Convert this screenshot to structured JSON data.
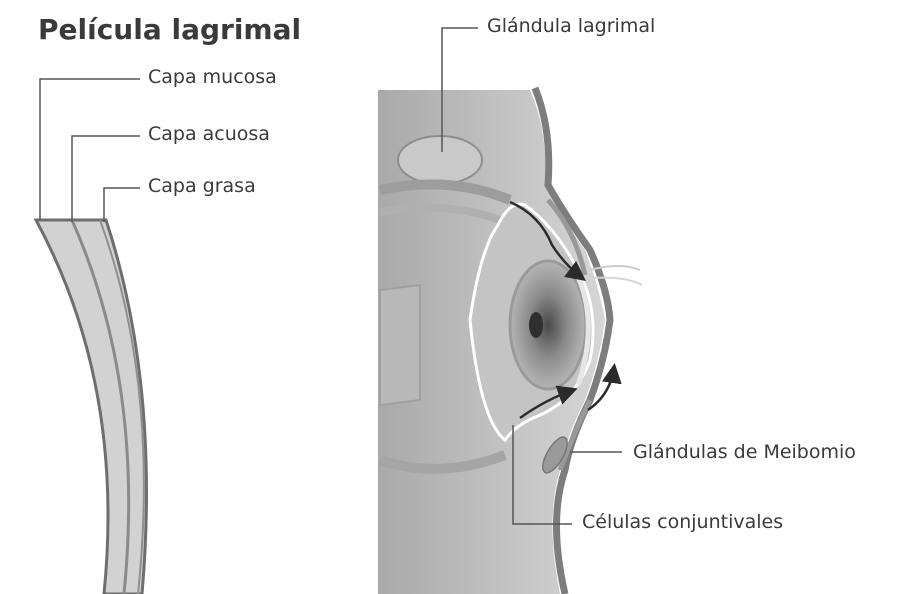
{
  "title": "Película lagrimal",
  "film_labels": {
    "mucosa": "Capa mucosa",
    "acuosa": "Capa acuosa",
    "grasa": "Capa grasa"
  },
  "eye_labels": {
    "lacrimal_gland": "Glándula lagrimal",
    "meibomian": "Glándulas de Meibomio",
    "conjunctival": "Células conjuntivales"
  },
  "colors": {
    "text": "#3a3a3a",
    "film_fill": "#cfcfcf",
    "film_stroke": "#6e6e6e",
    "tissue": "#bdbdbd",
    "arrow": "#2b2b2b"
  }
}
